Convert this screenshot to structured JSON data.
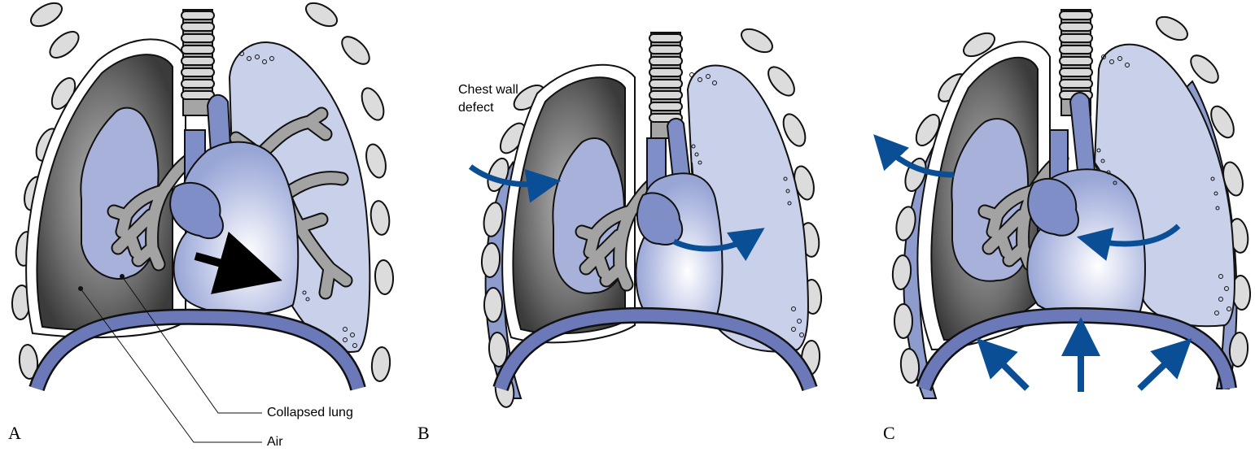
{
  "panels": [
    {
      "letter": "A",
      "labels": {
        "collapsed_lung": "Collapsed lung",
        "air": "Air"
      }
    },
    {
      "letter": "B",
      "labels": {
        "chest_wall_line1": "Chest wall",
        "chest_wall_line2": "defect"
      }
    },
    {
      "letter": "C"
    }
  ],
  "colors": {
    "outline": "#111111",
    "lung_inflated": "#c8cfe8",
    "lung_collapsed": "#a7b0d6",
    "vessels": "#7f8ec6",
    "diaphragm": "#6b79b8",
    "airway": "#9a9a9a",
    "pleural_air_dark": "#3e3e3e",
    "arrow_blue": "#0a4f96",
    "arrow_black": "#000000",
    "ribs": "#d6d6d6",
    "ribs_band": "#8d9ccc"
  }
}
